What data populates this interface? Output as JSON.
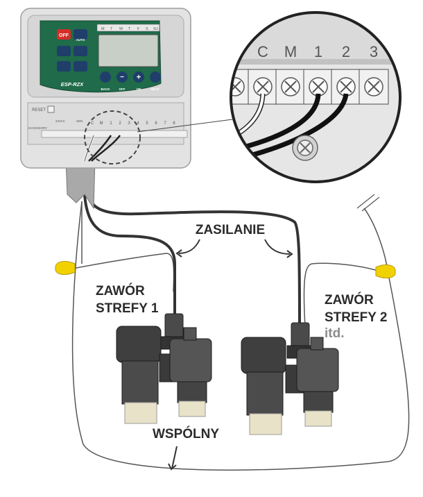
{
  "controller": {
    "model": "ESP-RZX",
    "off_button": "OFF",
    "auto_button": "AUTO",
    "nav_buttons": [
      "BACK",
      "OFF",
      "ON",
      "NEXT"
    ],
    "days": [
      "M",
      "T",
      "W",
      "T",
      "F",
      "S",
      "SU"
    ],
    "reset_label": "RESET",
    "accessory_label": "ACCESSORY",
    "vac_label": "24VAC",
    "sen_label": "SEN",
    "terminals": [
      "C",
      "M",
      "1",
      "2",
      "3",
      "4",
      "5",
      "6",
      "7",
      "8"
    ]
  },
  "zoom": {
    "terminals": [
      "C",
      "M",
      "1",
      "2",
      "3"
    ]
  },
  "labels": {
    "zasilanie": "ZASILANIE",
    "zawor1_line1": "ZAWÓR",
    "zawor1_line2": "STREFY 1",
    "zawor2_line1": "ZAWÓR",
    "zawor2_line2": "STREFY 2",
    "zawor2_line3": "itd.",
    "wspolny": "WSPÓLNY"
  },
  "colors": {
    "controller_green": "#1f6b4a",
    "off_red": "#d42e27",
    "connector_yellow": "#f2d100",
    "valve_dark": "#3f3f3f",
    "wire_black": "#1a1a1a"
  }
}
